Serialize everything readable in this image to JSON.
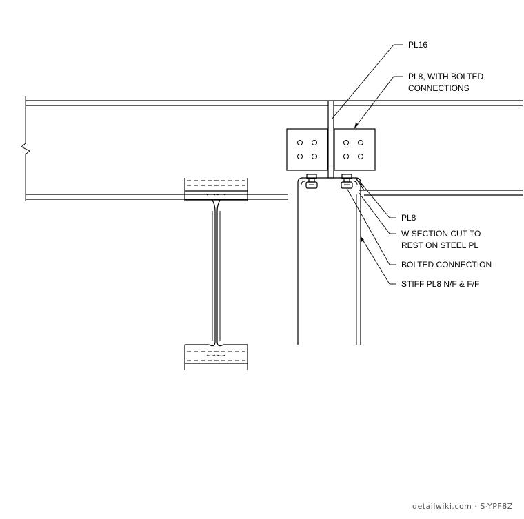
{
  "labels": {
    "pl16": "PL16",
    "pl8_bolted_1": "PL8, WITH BOLTED",
    "pl8_bolted_2": "CONNECTIONS",
    "pl8": "PL8",
    "w_section_1": "W SECTION CUT TO",
    "w_section_2": "REST ON STEEL PL",
    "bolted_connection": "BOLTED CONNECTION",
    "stiff": "STIFF PL8 N/F & F/F"
  },
  "watermark": "detailwiki.com · S-YPF8Z",
  "colors": {
    "line": "#000000",
    "background": "#ffffff",
    "watermark": "#555555"
  }
}
